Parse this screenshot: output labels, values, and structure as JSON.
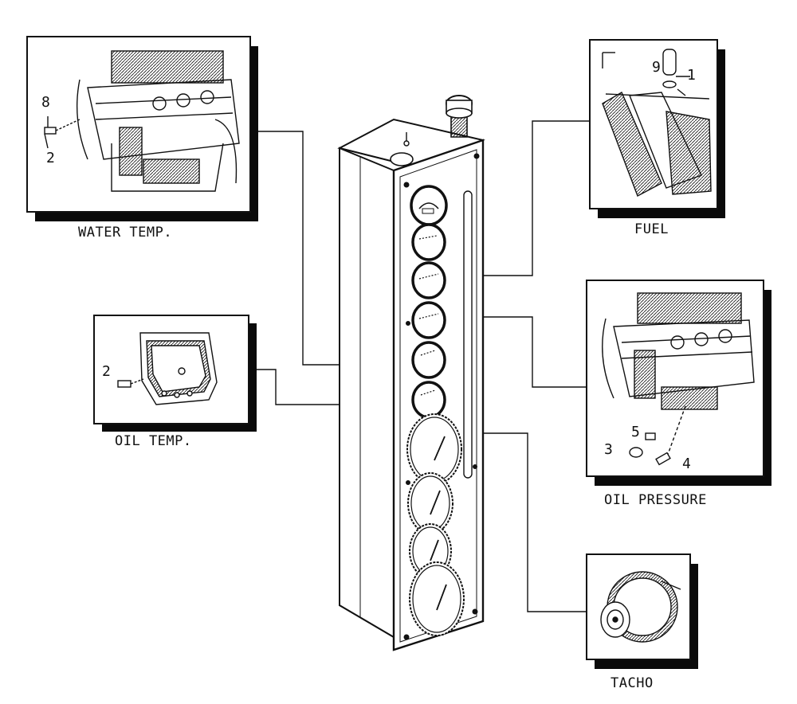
{
  "labels": {
    "water_temp": "WATER TEMP.",
    "oil_temp": "OIL TEMP.",
    "fuel": "FUEL",
    "oil_pressure": "OIL PRESSURE",
    "tacho": "TACHO"
  },
  "callouts": {
    "water_temp_8": "8",
    "water_temp_2": "2",
    "oil_temp_2": "2",
    "fuel_9": "9",
    "fuel_1": "1",
    "oil_pressure_5": "5",
    "oil_pressure_3": "3",
    "oil_pressure_4": "4"
  },
  "colors": {
    "ink": "#111111",
    "shadow": "#0a0a0a",
    "paper": "#ffffff"
  }
}
